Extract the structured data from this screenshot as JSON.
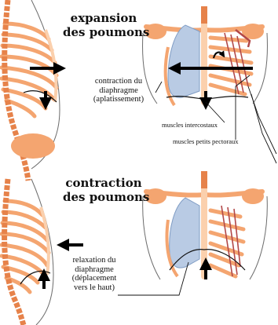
{
  "colors": {
    "bone": "#f4a570",
    "bone_shade": "#e6824a",
    "bone_light": "#fbd0ad",
    "lung": "#b9cbe4",
    "lung_edge": "#7f9cc4",
    "muscle": "#b24848",
    "skin_line": "#6b6b6b",
    "arrow": "#000000"
  },
  "top": {
    "heading_line1": "expansion",
    "heading_line2": "des poumons",
    "diaphragm_label_line1": "contraction du",
    "diaphragm_label_line2": "diaphragme",
    "diaphragm_label_line3": "(aplatissement)",
    "muscle_label_1": "muscles intercostaux",
    "muscle_label_2": "muscles petits pectoraux"
  },
  "bottom": {
    "heading_line1": "contraction",
    "heading_line2": "des poumons",
    "diaphragm_label_line1": "relaxation du",
    "diaphragm_label_line2": "diaphragme",
    "diaphragm_label_line3": "(déplacement",
    "diaphragm_label_line4": "vers le haut)"
  }
}
